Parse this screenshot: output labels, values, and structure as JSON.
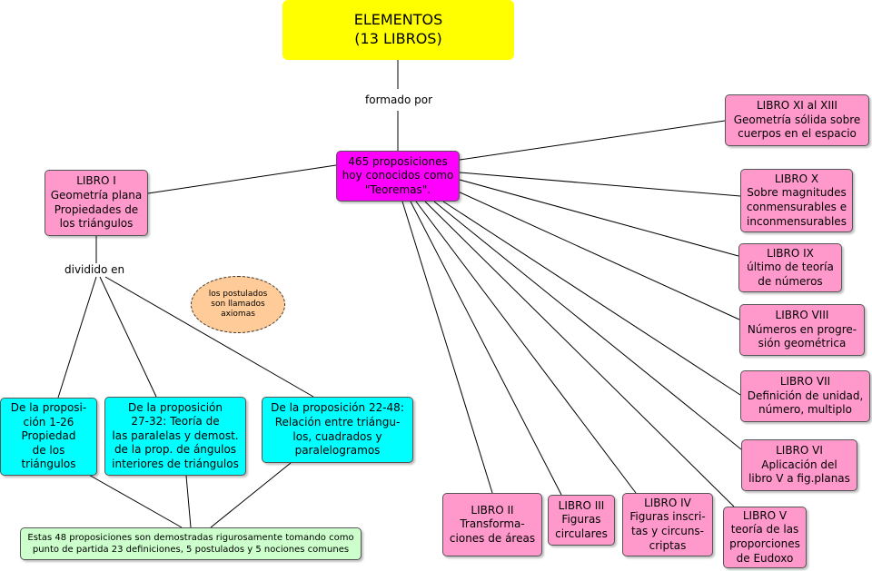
{
  "root": {
    "title": "ELEMENTOS\n(13 LIBROS)"
  },
  "link_labels": {
    "formado_por": "formado por",
    "dividido_en": "dividido en"
  },
  "center": {
    "text": "465 proposiciones\nhoy conocidos como\n\"Teoremas\"."
  },
  "oval_note": {
    "text": "los postulados\nson llamados\naxiomas"
  },
  "libros": {
    "libro_i": "LIBRO I\nGeometría plana\nPropiedades de\nlos triángulos",
    "libro_ii": "LIBRO II\nTransforma-\nciones de áreas",
    "libro_iii": "LIBRO III\nFiguras\ncirculares",
    "libro_iv": "LIBRO IV\nFiguras inscri-\ntas y circuns-\ncriptas",
    "libro_v": "LIBRO V\nteoría de las\nproporciones\nde Eudoxo",
    "libro_vi": "LIBRO VI\nAplicación del\nlibro V a fig.planas",
    "libro_vii": "LIBRO VII\nDefinición de unidad,\nnúmero, multiplo",
    "libro_viii": "LIBRO VIII\nNúmeros en progre-\nsión geométrica",
    "libro_ix": "LIBRO IX\núltimo de teoría\nde números",
    "libro_x": "LIBRO X\nSobre magnitudes\nconmensurables e\ninconmensurables",
    "libro_xi_xiii": "LIBRO XI al XIII\nGeometría sólida sobre\ncuerpos en el espacio"
  },
  "propositions": {
    "p1_26": "De la proposi-\nción 1-26\nPropiedad\nde los\ntriángulos",
    "p27_32": "De la proposición\n27-32: Teoría de\nlas paralelas y demost.\nde la prop. de ángulos\ninteriores de triángulos",
    "p22_48": "De la proposición 22-48:\nRelación entre triángu-\nlos, cuadrados y\nparalelogramos"
  },
  "summary": {
    "text": "Estas 48 proposiciones son demostradas rigurosamente tomando como\npunto de partida 23 definiciones, 5 postulados y 5 nociones comunes"
  },
  "colors": {
    "root": "#ffff00",
    "center": "#ff00ff",
    "libro": "#ff99cc",
    "proposition": "#00ffff",
    "summary": "#ccffcc",
    "note": "#ffcc99"
  }
}
